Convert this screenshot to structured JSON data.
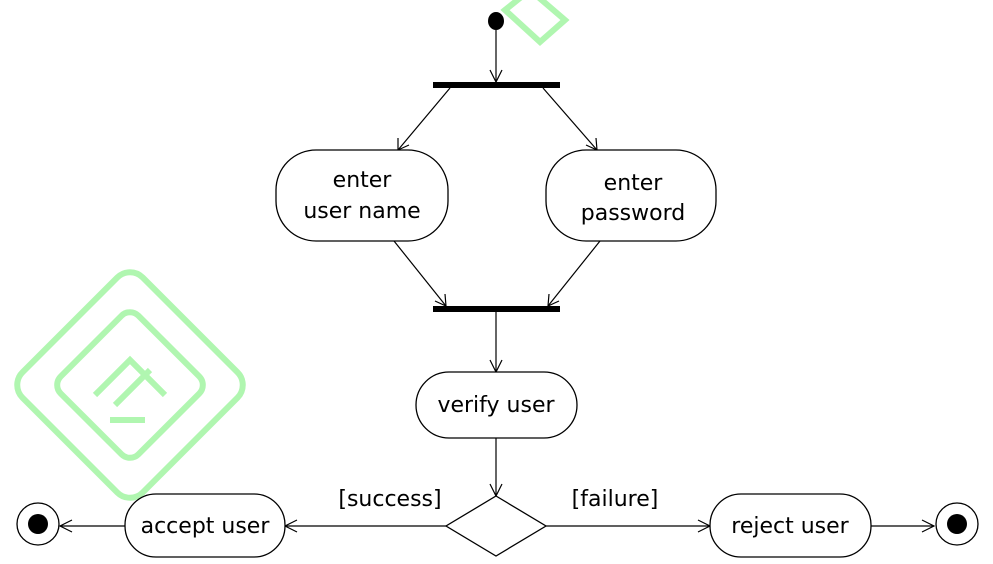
{
  "diagram": {
    "nodes": {
      "enter_user_name": {
        "line1": "enter",
        "line2": "user name"
      },
      "enter_password": {
        "line1": "enter",
        "line2": "password"
      },
      "verify_user": "verify user",
      "accept_user": "accept user",
      "reject_user": "reject user"
    },
    "guards": {
      "success": "[success]",
      "failure": "[failure]"
    }
  },
  "colors": {
    "stroke": "#000000",
    "background": "#ffffff",
    "watermark": "#7cf07c"
  }
}
